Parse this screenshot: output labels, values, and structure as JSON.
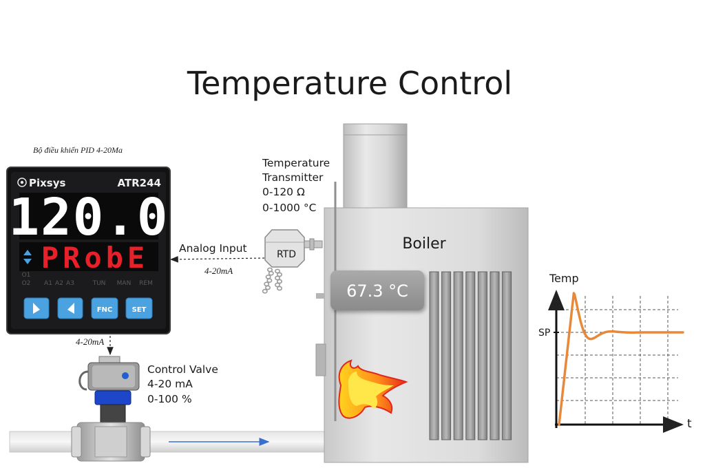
{
  "title": "Temperature Control",
  "controller": {
    "caption": "Bộ điều khiển PID 4-20Ma",
    "brand": "Pixsys",
    "model": "ATR244",
    "display_value": "120.0",
    "display_message": "PRobE",
    "indicators": [
      "O1",
      "O2",
      "A1",
      "A2",
      "A3",
      "TUN",
      "MAN",
      "REM"
    ],
    "buttons": [
      "SET",
      "FNC"
    ],
    "accent_color": "#e8202a",
    "button_color": "#4aa3e0"
  },
  "transmitter": {
    "line1": "Temperature",
    "line2": "Transmitter",
    "line3": "0-120 Ω",
    "line4": "0-1000 °C",
    "sensor_label": "RTD"
  },
  "analog_input": {
    "label": "Analog Input",
    "signal": "4-20mA"
  },
  "valve": {
    "signal": "4-20mA",
    "line1": "Control Valve",
    "line2": "4-20 mA",
    "line3": "0-100 %"
  },
  "boiler": {
    "label": "Boiler",
    "temperature": "67.3 °C"
  },
  "response_chart": {
    "y_label": "Temp",
    "x_label": "t",
    "setpoint_label": "SP",
    "curve_color": "#e8893a",
    "overshoot": 0.44,
    "damping": 0.55,
    "frequency": 1.0
  }
}
